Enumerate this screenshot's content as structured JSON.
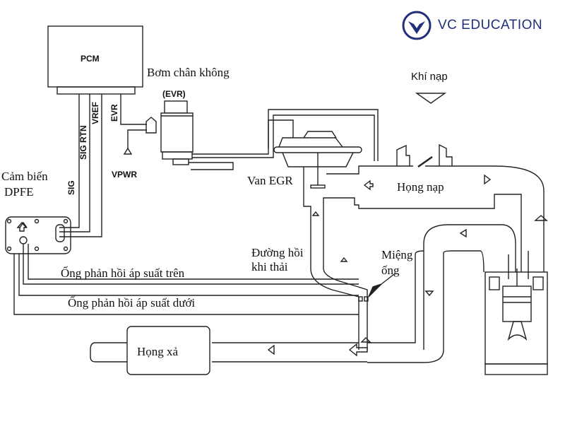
{
  "logo": {
    "text": "VC EDUCATION",
    "color": "#1f2f7a"
  },
  "labels": {
    "pcm": "PCM",
    "vacuum_pump": "Bơm chân không",
    "evr": "(EVR)",
    "vpwr": "VPWR",
    "sensor_line1": "Cảm biến",
    "sensor_line2": "DPFE",
    "wire_sig": "SIG",
    "wire_sig_rtn": "SIG RTN",
    "wire_vref": "VREF",
    "wire_evr": "EVR",
    "egr_valve": "Van EGR",
    "intake_air": "Khí nạp",
    "intake_manifold": "Họng nạp",
    "exhaust_return_line1": "Đường hồi",
    "exhaust_return_line2": "khi thải",
    "orifice_line1": "Miệng",
    "orifice_line2": "ống",
    "upper_pressure_hose": "Ống phản hồi áp suất trên",
    "lower_pressure_hose": "Ống phản hồi áp suất dưới",
    "exhaust_manifold": "Họng xả"
  }
}
